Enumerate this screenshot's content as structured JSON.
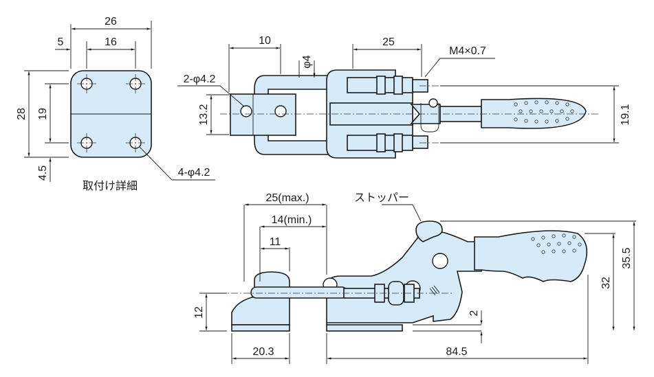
{
  "mount_detail": {
    "title": "取付け詳細",
    "dims": {
      "width": "26",
      "hole_pitch_x": "16",
      "edge_x": "5",
      "height": "28",
      "hole_pitch_y": "19",
      "edge_y": "4.5",
      "holes": "4-φ4.2"
    }
  },
  "top_view": {
    "dims": {
      "hook_width": "10",
      "pin_dia": "φ4",
      "bolt_len": "25",
      "thread": "M4×0.7",
      "holes": "2-φ4.2",
      "hole_pitch": "13.2",
      "grip_dia": "19.1"
    }
  },
  "side_view": {
    "stopper_label": "ストッパー",
    "dims": {
      "max": "25(max.)",
      "min": "14(min.)",
      "hook_off": "11",
      "hook_height": "12",
      "catch_len": "20.3",
      "body_len": "84.5",
      "gap": "2",
      "grip_height": "32",
      "total_height": "35.5"
    }
  },
  "colors": {
    "part_fill": "#d6eaf8",
    "line": "#1a1a1a"
  }
}
